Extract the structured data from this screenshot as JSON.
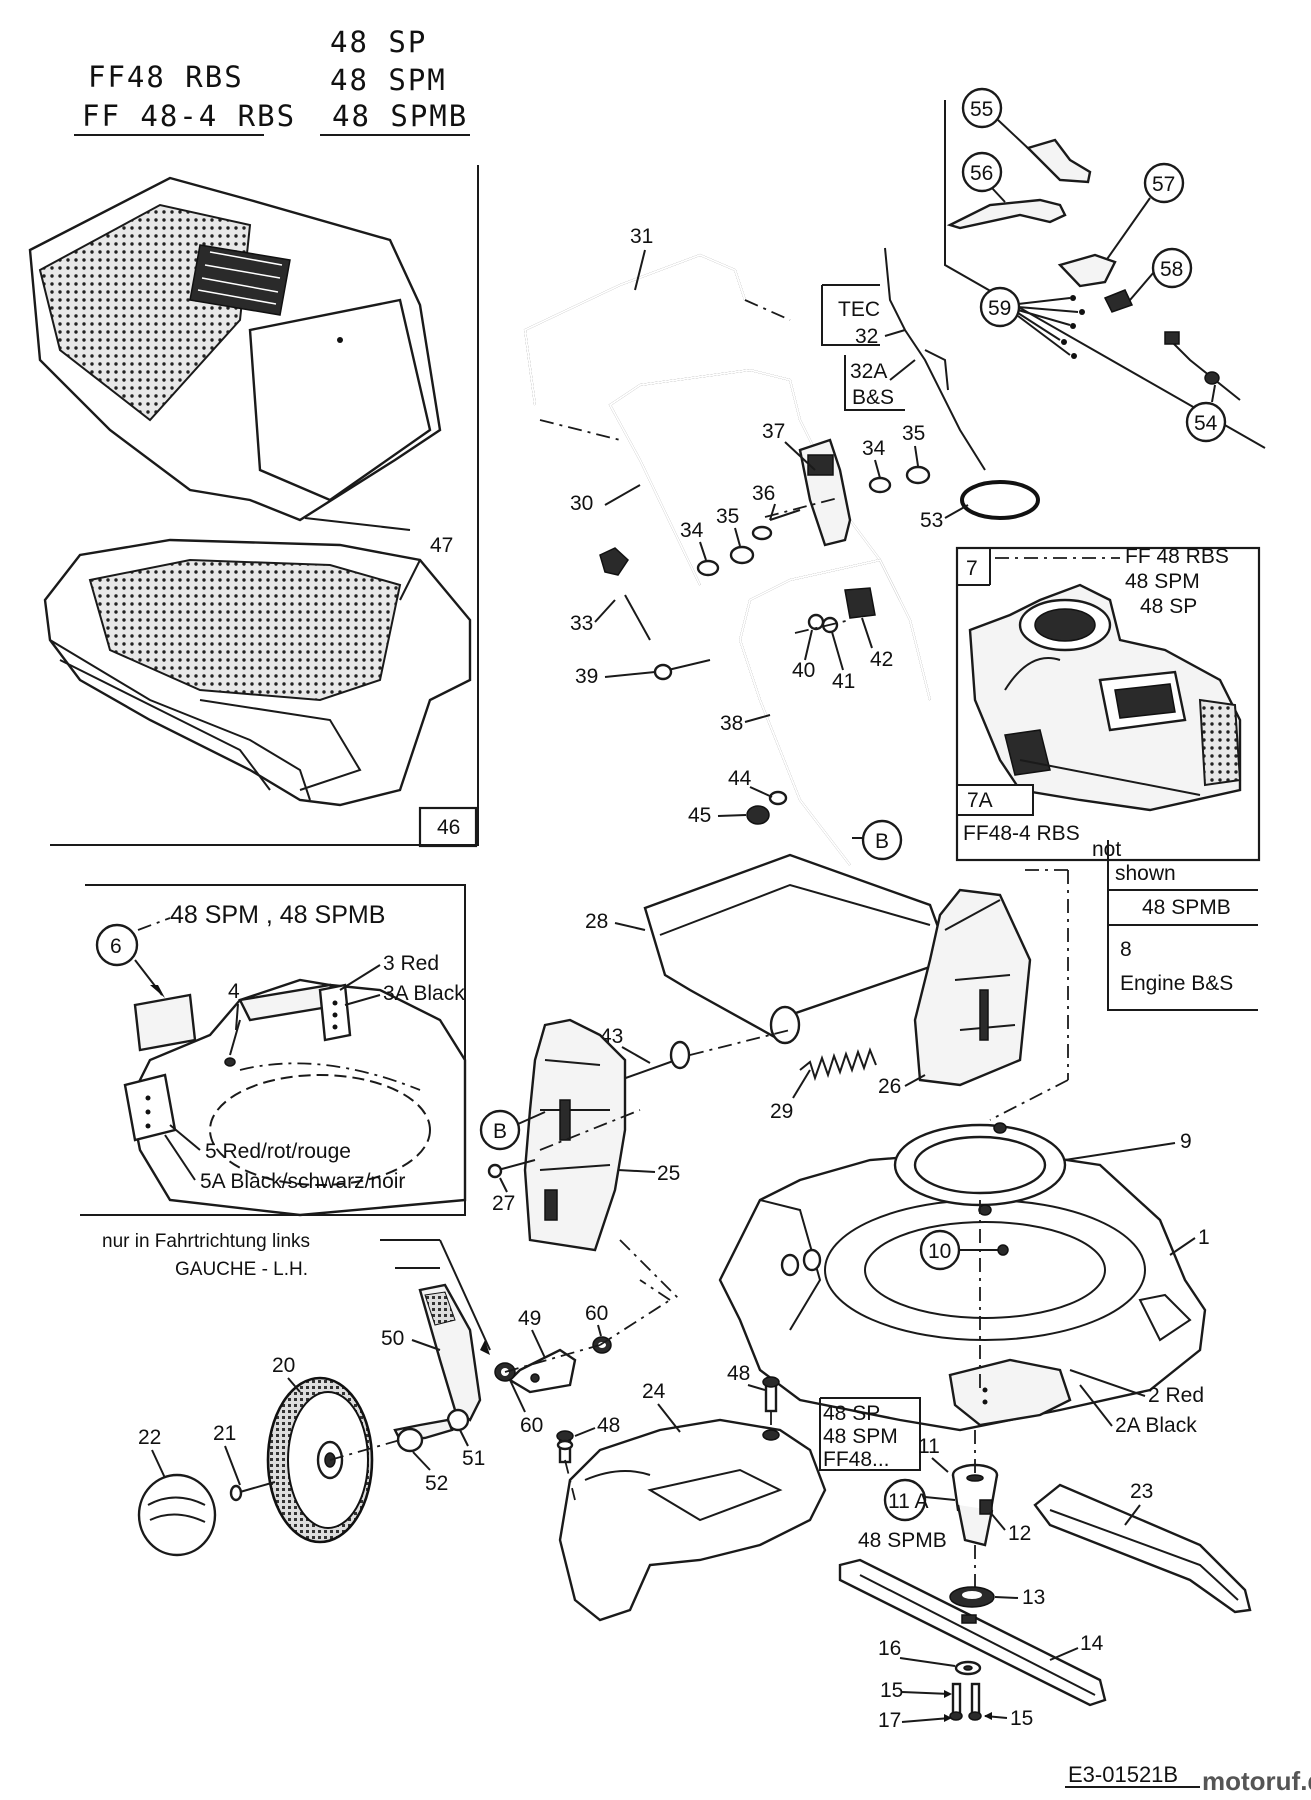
{
  "header": {
    "model_a1": "FF48 RBS",
    "model_a2": "FF 48-4 RBS",
    "model_b1": "48 SP",
    "model_b2": "48 SPM",
    "model_b3": "48 SPMB"
  },
  "notes": {
    "spm_panel_title": "48 SPM , 48 SPMB",
    "color_3": "3  Red",
    "color_3a": "3A Black",
    "color_5": "5  Red/rot/rouge",
    "color_5a": "5A  Black/schwarz/noir",
    "direction_1": "nur in Fahrtrichtung links",
    "direction_2": "GAUCHE  -  L.H.",
    "tec_label": "TEC",
    "bs_label": "B&S",
    "engine_models_1": "FF 48 RBS",
    "engine_models_2": "48  SPM",
    "engine_models_3": "48 SP",
    "engine_7a_model": "FF48-4 RBS",
    "not_shown_1": "not",
    "not_shown_2": "shown",
    "not_shown_model": "48 SPMB",
    "engine_bs": "Engine B&S",
    "color_2": "2  Red",
    "color_2a": "2A  Black",
    "blade_models_1": "48 SP",
    "blade_models_2": "48 SPM",
    "blade_models_3": "FF48...",
    "blade_11a_model": "48 SPMB",
    "drawing_number": "E3-01521B",
    "watermark": "motoruf.de"
  },
  "callouts": {
    "p1": "1",
    "p2": "2",
    "p2a": "2A",
    "p3": "3",
    "p3a": "3A",
    "p4": "4",
    "p5": "5",
    "p5a": "5A",
    "p6": "6",
    "p7": "7",
    "p7a": "7A",
    "p8": "8",
    "p9": "9",
    "p10": "10",
    "p11": "11",
    "p11a": "11 A",
    "p12": "12",
    "p13": "13",
    "p14": "14",
    "p15": "15",
    "p16": "16",
    "p17": "17",
    "p20": "20",
    "p21": "21",
    "p22": "22",
    "p23": "23",
    "p24": "24",
    "p25": "25",
    "p26": "26",
    "p27": "27",
    "p28": "28",
    "p29": "29",
    "p30": "30",
    "p31": "31",
    "p32": "32",
    "p32a": "32A",
    "p33": "33",
    "p34": "34",
    "p35": "35",
    "p36": "36",
    "p37": "37",
    "p38": "38",
    "p39": "39",
    "p40": "40",
    "p41": "41",
    "p42": "42",
    "p43": "43",
    "p44": "44",
    "p45": "45",
    "p46": "46",
    "p47": "47",
    "p48": "48",
    "p49": "49",
    "p50": "50",
    "p51": "51",
    "p52": "52",
    "p53": "53",
    "p54": "54",
    "p55": "55",
    "p56": "56",
    "p57": "57",
    "p58": "58",
    "p59": "59",
    "p60": "60",
    "pB": "B"
  }
}
